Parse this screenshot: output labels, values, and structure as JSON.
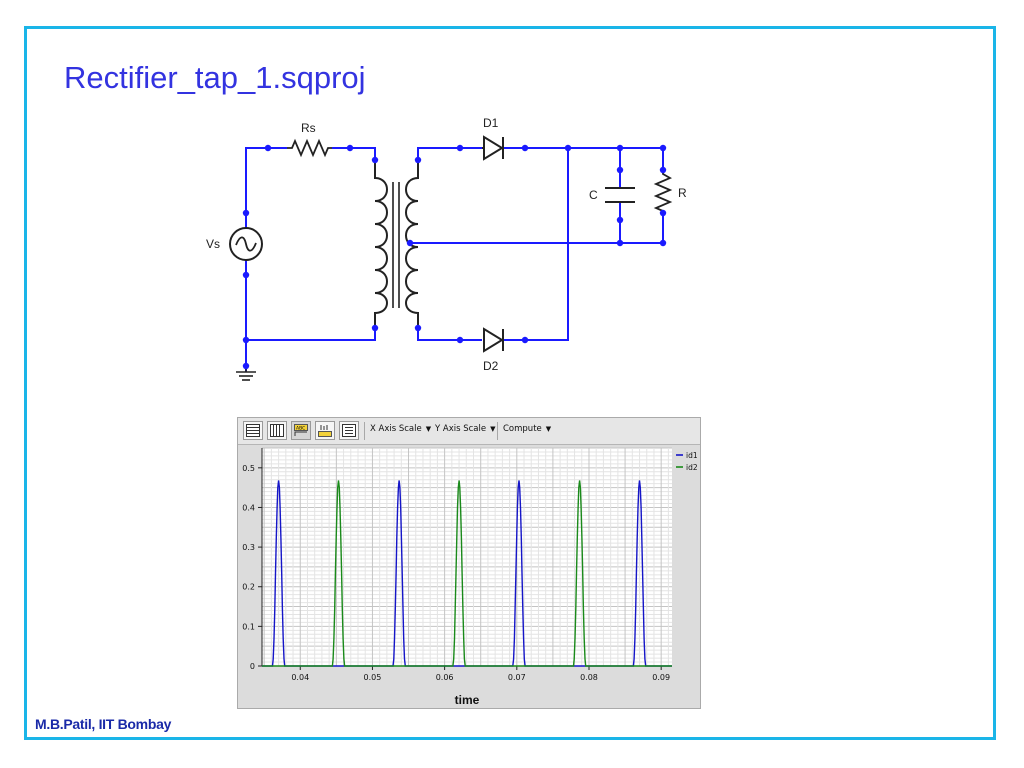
{
  "slide": {
    "title": "Rectifier_tap_1.sqproj",
    "footer": "M.B.Patil, IIT Bombay",
    "border_color": "#1ab5e8",
    "title_color": "#3333e0"
  },
  "schematic": {
    "labels": {
      "rs": "Rs",
      "vs": "Vs",
      "d1": "D1",
      "d2": "D2",
      "c": "C",
      "r": "R"
    },
    "wire_color": "#1a1aff",
    "node_color": "#1a1aff"
  },
  "toolbar": {
    "buttons": [
      {
        "name": "horizontal-grid-icon"
      },
      {
        "name": "vertical-grid-icon"
      },
      {
        "name": "abc-plot-icon"
      },
      {
        "name": "abc-bars-icon"
      },
      {
        "name": "legend-list-icon"
      }
    ],
    "menus": {
      "x_axis_scale": "X Axis Scale",
      "y_axis_scale": "Y Axis Scale",
      "compute": "Compute"
    }
  },
  "chart_data": {
    "type": "line",
    "title": "",
    "xlabel": "time",
    "ylabel": "",
    "xlim": [
      0.0347,
      0.0915
    ],
    "ylim": [
      0,
      0.55
    ],
    "x_ticks": [
      "0.04",
      "0.05",
      "0.06",
      "0.07",
      "0.08",
      "0.09"
    ],
    "y_ticks": [
      "0",
      "0.1",
      "0.2",
      "0.3",
      "0.4",
      "0.5"
    ],
    "grid": true,
    "legend_position": "top-right",
    "series": [
      {
        "name": "id1",
        "color": "#1515c8",
        "pulse_centers": [
          0.037,
          0.0537,
          0.0703,
          0.087
        ],
        "peak": 0.468,
        "pulse_width": 0.0017
      },
      {
        "name": "id2",
        "color": "#1a8a1a",
        "pulse_centers": [
          0.0453,
          0.062,
          0.0787
        ],
        "peak": 0.468,
        "pulse_width": 0.0017
      }
    ]
  }
}
